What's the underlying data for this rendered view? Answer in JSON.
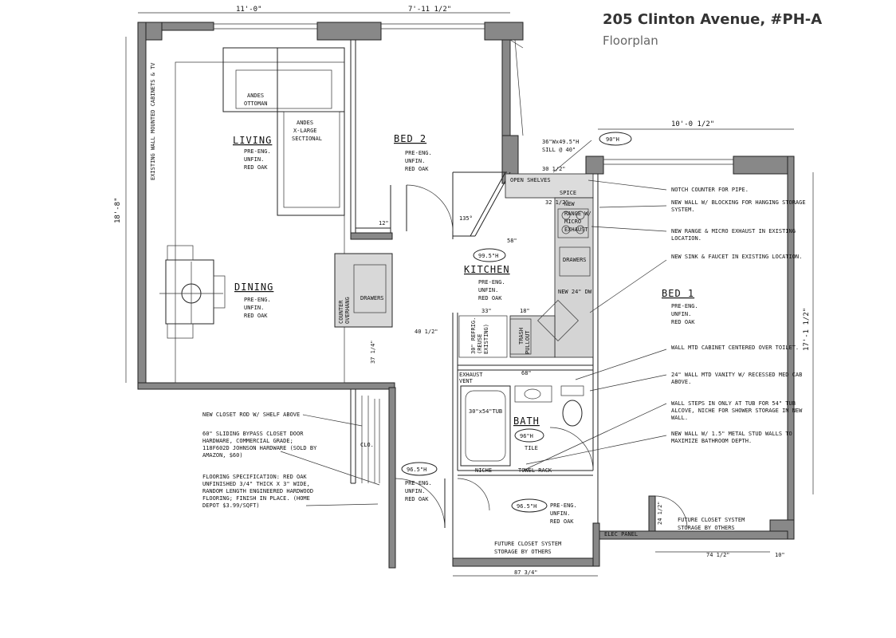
{
  "header": {
    "title": "205 Clinton Avenue, #PH-A",
    "subtitle": "Floorplan"
  },
  "dimensions": {
    "top_left": "11'-0\"",
    "top_mid": "7'-11 1/2\"",
    "bed1_width": "10'-0 1/2\"",
    "left_height": "18'-8\"",
    "right_height": "17'-1 1/2\"",
    "bottom_bath": "87 3/4\"",
    "bottom_bed1": "74 1/2\"",
    "d_12": "12\"",
    "d_40_1_2": "40 1/2\"",
    "d_37_1_4": "37 1/4\"",
    "d_58": "58\"",
    "d_32_1_2": "32 1/2\"",
    "d_30_1_2": "30 1/2\"",
    "d_33": "33\"",
    "d_18": "18\"",
    "d_68": "68\"",
    "d_24_1_2": "24 1/2\"",
    "d_10": "10\""
  },
  "rooms": {
    "living": {
      "name": "LIVING",
      "spec": [
        "PRE-ENG.",
        "UNFIN.",
        "RED OAK"
      ]
    },
    "bed2": {
      "name": "BED 2",
      "spec": [
        "PRE-ENG.",
        "UNFIN.",
        "RED OAK"
      ]
    },
    "dining": {
      "name": "DINING",
      "spec": [
        "PRE-ENG.",
        "UNFIN.",
        "RED OAK"
      ]
    },
    "kitchen": {
      "name": "KITCHEN",
      "height": "99.5\"H",
      "spec": [
        "PRE-ENG.",
        "UNFIN.",
        "RED OAK"
      ]
    },
    "bed1": {
      "name": "BED 1",
      "spec": [
        "PRE-ENG.",
        "UNFIN.",
        "RED OAK"
      ]
    },
    "bath": {
      "name": "BATH",
      "height": "96\"H",
      "spec": "TILE"
    },
    "hall": {
      "height": "96.5\"H",
      "spec": [
        "PRE-ENG.",
        "UNFIN.",
        "RED OAK"
      ]
    },
    "closet_hall": {
      "height": "96.5\"H",
      "spec": [
        "PRE-ENG.",
        "UNFIN.",
        "RED OAK"
      ]
    }
  },
  "fixtures": {
    "ottoman": [
      "ANDES",
      "OTTOMAN"
    ],
    "sectional": [
      "ANDES",
      "X-LARGE",
      "SECTIONAL"
    ],
    "wall_cabinets": "EXISTING WALL MOUNTED CABINETS & TV",
    "window_note": [
      "36\"Wx49.5\"H",
      "SILL @ 40\""
    ],
    "height_90": "90\"H",
    "open_shelves": "OPEN SHELVES",
    "spice": "SPICE",
    "range": [
      "NEW",
      "RANGE W/",
      "MICRO",
      "EXHAUST"
    ],
    "drawers_kitchen": "DRAWERS",
    "drawers_island": "DRAWERS",
    "dw": "NEW 24\" DW",
    "refrig": [
      "30\" REFRIG.",
      "(REUSE",
      "EXISTING)"
    ],
    "trash": [
      "TRASH",
      "PULLOUT"
    ],
    "counter_overhang": [
      "COUNTER",
      "OVERHANG"
    ],
    "exhaust_vent": [
      "EXHAUST",
      "VENT"
    ],
    "tub": "30\"x54\"TUB",
    "niche": "NICHE",
    "towel_rack": "TOWEL RACK",
    "closet_label": "CLO.",
    "elec_panel": "ELEC PANEL",
    "angle": "135°",
    "future_closet_1": [
      "FUTURE CLOSET SYSTEM",
      "STORAGE BY OTHERS"
    ],
    "future_closet_2": [
      "FUTURE CLOSET SYSTEM",
      "STORAGE BY OTHERS"
    ]
  },
  "notes_right": [
    "NOTCH COUNTER FOR PIPE.",
    "NEW WALL W/ BLOCKING FOR HANGING STORAGE SYSTEM.",
    "NEW RANGE & MICRO EXHAUST IN EXISTING LOCATION.",
    "NEW SINK & FAUCET IN EXISTING LOCATION.",
    "WALL MTD CABINET CENTERED OVER TOILET.",
    "24\" WALL MTD VANITY W/ RECESSED MED CAB ABOVE.",
    "WALL STEPS IN ONLY AT TUB FOR 54\" TUB ALCOVE, NICHE FOR SHOWER STORAGE IN NEW WALL.",
    "NEW WALL W/ 1.5\" METAL STUD WALLS TO MAXIMIZE BATHROOM DEPTH."
  ],
  "notes_left": [
    "NEW CLOSET ROD W/ SHELF ABOVE",
    "60\" SLIDING BYPASS CLOSET DOOR HARDWARE, COMMERCIAL GRADE; 118F602D JOHNSON HARDWARE (SOLD BY AMAZON, $60)",
    "FLOORING SPECIFICATION: RED OAK UNFINISHED 3/4\" THICK X 3\" WIDE, RANDOM LENGTH ENGINEERED HARDWOOD FLOORING; FINISH IN PLACE. (HOME DEPOT $3.99/SQFT)"
  ]
}
